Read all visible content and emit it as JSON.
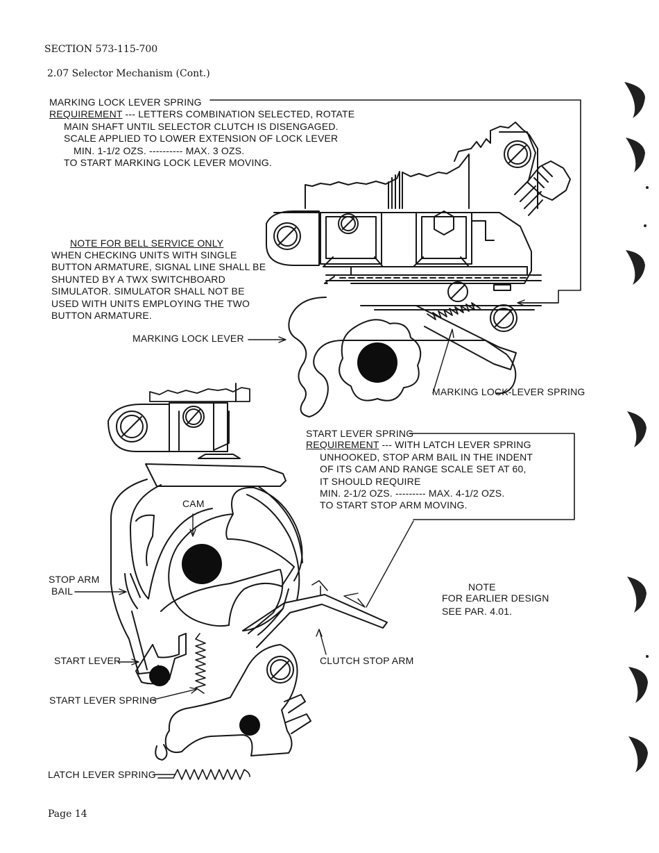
{
  "header": {
    "section": "SECTION 573-115-700",
    "subsection": "2.07   Selector Mechanism (Cont.)"
  },
  "marking_lock_lever_spring": {
    "title": "MARKING LOCK LEVER SPRING",
    "req_label": "REQUIREMENT",
    "req_dashes": "---",
    "lines": [
      "LETTERS COMBINATION SELECTED, ROTATE",
      "MAIN SHAFT UNTIL SELECTOR CLUTCH IS DISENGAGED.",
      "SCALE APPLIED TO LOWER EXTENSION OF LOCK LEVER",
      "MIN.  1-1/2 OZS.  ---------- MAX.  3 OZS.",
      "TO START MARKING LOCK LEVER MOVING."
    ]
  },
  "bell_note": {
    "title": "NOTE FOR BELL SERVICE ONLY",
    "lines": [
      "WHEN CHECKING UNITS WITH SINGLE",
      "BUTTON ARMATURE, SIGNAL LINE SHALL BE",
      "SHUNTED BY A TWX SWITCHBOARD",
      "SIMULATOR.  SIMULATOR SHALL NOT BE",
      "USED WITH UNITS EMPLOYING THE TWO",
      "BUTTON ARMATURE."
    ]
  },
  "start_lever_spring": {
    "title": "START LEVER SPRING",
    "req_label": "REQUIREMENT",
    "req_dashes": "---",
    "lines": [
      "WITH LATCH LEVER SPRING",
      "UNHOOKED, STOP ARM BAIL IN THE INDENT",
      "OF ITS CAM AND RANGE SCALE SET AT 60,",
      "IT SHOULD REQUIRE",
      "MIN.  2-1/2 OZS.  --------- MAX.  4-1/2 OZS.",
      "TO START STOP ARM MOVING."
    ]
  },
  "labels": {
    "marking_lock_lever": "MARKING LOCK LEVER",
    "marking_lock_lever_spring": "MARKING LOCK-LEVER SPRING",
    "cam": "CAM",
    "stop_arm": "STOP ARM",
    "bail": "BAIL",
    "start_lever": "START LEVER",
    "start_lever_spring": "START LEVER SPRING",
    "latch_lever_spring": "LATCH LEVER SPRING",
    "clutch_stop_arm": "CLUTCH STOP ARM"
  },
  "earlier_note": {
    "title": "NOTE",
    "lines": [
      "FOR EARLIER DESIGN",
      "SEE PAR. 4.01."
    ]
  },
  "footer": {
    "page": "Page 14"
  }
}
